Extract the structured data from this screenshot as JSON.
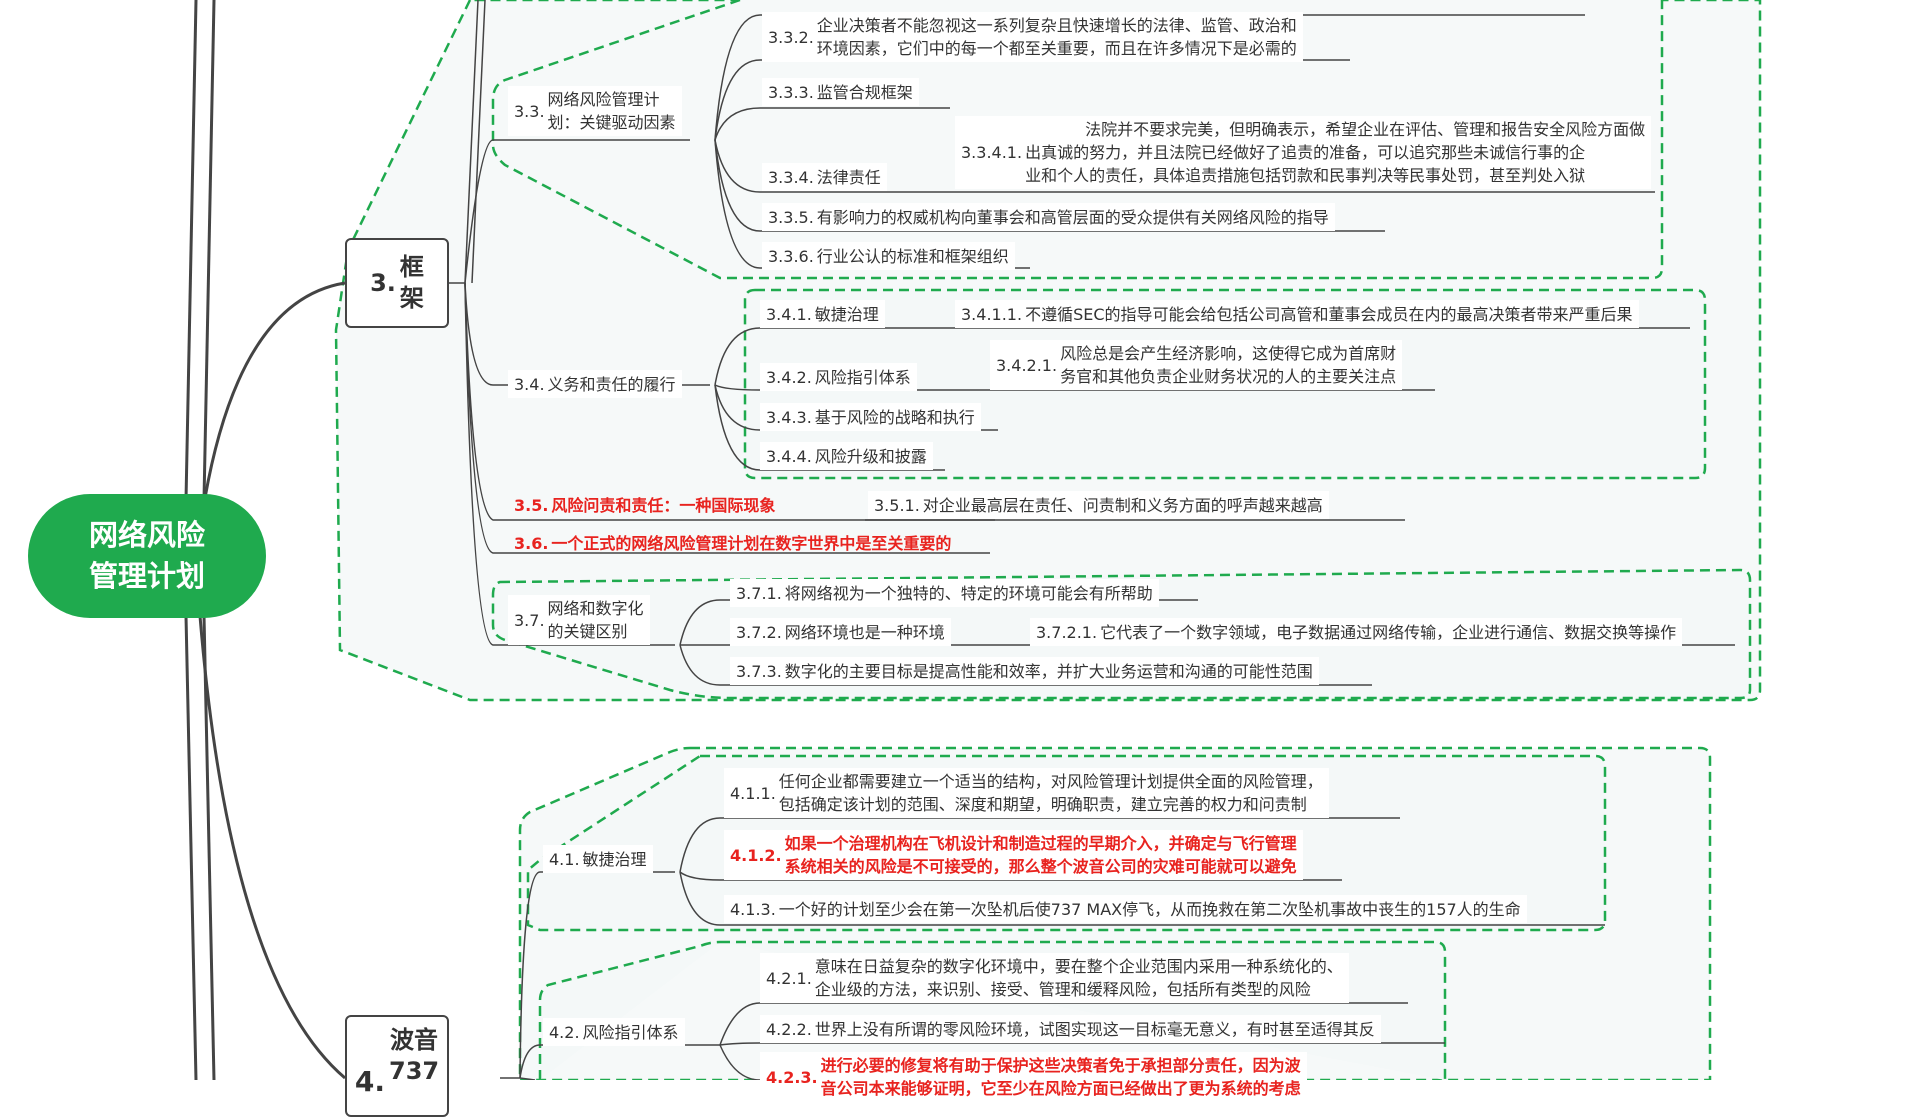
{
  "root": {
    "line1": "网络风险",
    "line2": "管理计划"
  },
  "colors": {
    "root_fill": "#1faa4e",
    "boundary": "#1faa4e",
    "highlight_text": "#e8231f",
    "line": "#444444"
  },
  "topics": {
    "t3": {
      "num": "3.",
      "label_line1": "框",
      "label_line2": "架"
    },
    "t4": {
      "num": "4.",
      "label_line1": "波音",
      "label_line2": "737"
    }
  },
  "nodes": {
    "n332": {
      "num": "3.3.2.",
      "line1": "企业决策者不能忽视这一系列复杂且快速增长的法律、监管、政治和",
      "line2": "环境因素，它们中的每一个都至关重要，而且在许多情况下是必需的"
    },
    "n33": {
      "num": "3.3.",
      "line1": "网络风险管理计",
      "line2": "划：关键驱动因素"
    },
    "n333": {
      "num": "3.3.3.",
      "text": "监管合规框架"
    },
    "n334": {
      "num": "3.3.4.",
      "text": "法律责任"
    },
    "n3341": {
      "num": "3.3.4.1.",
      "line1": "法院并不要求完美，但明确表示，希望企业在评估、管理和报告安全风险方面做",
      "line2": "出真诚的努力，并且法院已经做好了追责的准备，可以追究那些未诚信行事的企",
      "line3": "业和个人的责任，具体追责措施包括罚款和民事判决等民事处罚，甚至判处入狱"
    },
    "n335": {
      "num": "3.3.5.",
      "text": "有影响力的权威机构向董事会和高管层面的受众提供有关网络风险的指导"
    },
    "n336": {
      "num": "3.3.6.",
      "text": "行业公认的标准和框架组织"
    },
    "n34": {
      "num": "3.4.",
      "text": "义务和责任的履行"
    },
    "n341": {
      "num": "3.4.1.",
      "text": "敏捷治理"
    },
    "n3411": {
      "num": "3.4.1.1.",
      "text": "不遵循SEC的指导可能会给包括公司高管和董事会成员在内的最高决策者带来严重后果"
    },
    "n342": {
      "num": "3.4.2.",
      "text": "风险指引体系"
    },
    "n3421": {
      "num": "3.4.2.1.",
      "line1": "风险总是会产生经济影响，这使得它成为首席财",
      "line2": "务官和其他负责企业财务状况的人的主要关注点"
    },
    "n343": {
      "num": "3.4.3.",
      "text": "基于风险的战略和执行"
    },
    "n344": {
      "num": "3.4.4.",
      "text": "风险升级和披露"
    },
    "n35": {
      "num": "3.5.",
      "text": "风险问责和责任：一种国际现象"
    },
    "n351": {
      "num": "3.5.1.",
      "text": "对企业最高层在责任、问责制和义务方面的呼声越来越高"
    },
    "n36": {
      "num": "3.6.",
      "text": "一个正式的网络风险管理计划在数字世界中是至关重要的"
    },
    "n37": {
      "num": "3.7.",
      "line1": "网络和数字化",
      "line2": "的关键区别"
    },
    "n371": {
      "num": "3.7.1.",
      "text": "将网络视为一个独特的、特定的环境可能会有所帮助"
    },
    "n372": {
      "num": "3.7.2.",
      "text": "网络环境也是一种环境"
    },
    "n3721": {
      "num": "3.7.2.1.",
      "text": "它代表了一个数字领域，电子数据通过网络传输，企业进行通信、数据交换等操作"
    },
    "n373": {
      "num": "3.7.3.",
      "text": "数字化的主要目标是提高性能和效率，并扩大业务运营和沟通的可能性范围"
    },
    "n41": {
      "num": "4.1.",
      "text": "敏捷治理"
    },
    "n411": {
      "num": "4.1.1.",
      "line1": "任何企业都需要建立一个适当的结构，对风险管理计划提供全面的风险管理，",
      "line2": "包括确定该计划的范围、深度和期望，明确职责，建立完善的权力和问责制"
    },
    "n412": {
      "num": "4.1.2.",
      "line1": "如果一个治理机构在飞机设计和制造过程的早期介入，并确定与飞行管理",
      "line2": "系统相关的风险是不可接受的，那么整个波音公司的灾难可能就可以避免"
    },
    "n413": {
      "num": "4.1.3.",
      "text": "一个好的计划至少会在第一次坠机后使737 MAX停飞，从而挽救在第二次坠机事故中丧生的157人的生命"
    },
    "n42": {
      "num": "4.2.",
      "text": "风险指引体系"
    },
    "n421": {
      "num": "4.2.1.",
      "line1": "意味在日益复杂的数字化环境中，要在整个企业范围内采用一种系统化的、",
      "line2": "企业级的方法，来识别、接受、管理和缓释风险，包括所有类型的风险"
    },
    "n422": {
      "num": "4.2.2.",
      "text": "世界上没有所谓的零风险环境，试图实现这一目标毫无意义，有时甚至适得其反"
    },
    "n423": {
      "num": "4.2.3.",
      "line1": "进行必要的修复将有助于保护这些决策者免于承担部分责任，因为波",
      "line2": "音公司本来能够证明，它至少在风险方面已经做出了更为系统的考虑"
    }
  }
}
